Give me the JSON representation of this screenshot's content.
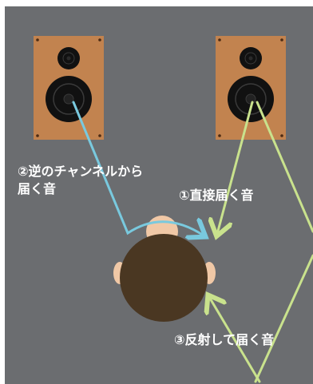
{
  "labels": {
    "opposite_channel_line1": "②逆のチャンネルから",
    "opposite_channel_line2": "届く音",
    "direct": "①直接届く音",
    "reflected": "③反射して届く音"
  },
  "colors": {
    "background": "#6b6d70",
    "cabinet": "#c2834f",
    "driver": "#111111",
    "arrow_blue": "#79c9de",
    "arrow_green": "#c9e28d",
    "hair": "#4a3722",
    "skin": "#f0c8a6",
    "text": "#ffffff"
  }
}
